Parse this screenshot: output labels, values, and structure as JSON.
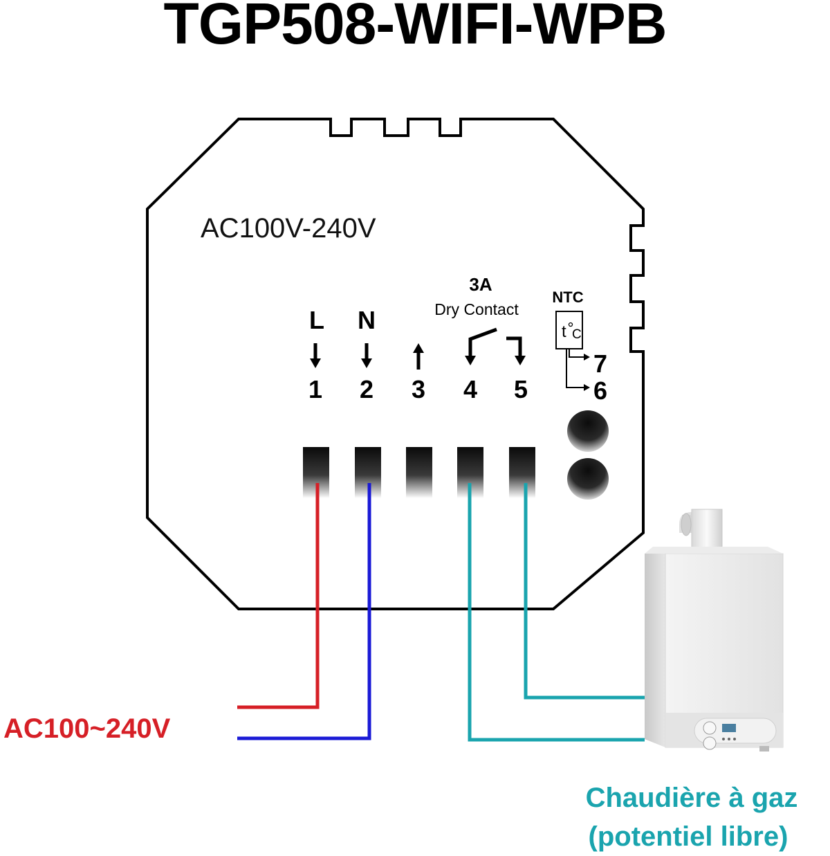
{
  "title": "TGP508-WIFI-WPB",
  "device": {
    "rating_label": "AC100V-240V",
    "relay_current": "3A",
    "relay_type": "Dry Contact",
    "sensor_label": "NTC",
    "sensor_symbol": "t",
    "sensor_unit": "C",
    "terminals": [
      {
        "number": "1",
        "label": "L",
        "arrow": "down"
      },
      {
        "number": "2",
        "label": "N",
        "arrow": "down"
      },
      {
        "number": "3",
        "label": "",
        "arrow": "up"
      },
      {
        "number": "4",
        "label": "",
        "arrow": "down"
      },
      {
        "number": "5",
        "label": "",
        "arrow": "down"
      }
    ],
    "sensor_terminals": [
      "7",
      "6"
    ]
  },
  "supply_label": "AC100~240V",
  "boiler_label_line1": "Chaudière à gaz",
  "boiler_label_line2": "(potentiel libre)",
  "colors": {
    "live_wire": "#d61f26",
    "neutral_wire": "#1a1ad6",
    "boiler_wire": "#1aa4ae",
    "supply_text": "#d61f26",
    "boiler_text": "#1aa4ae",
    "outline": "#000000"
  }
}
